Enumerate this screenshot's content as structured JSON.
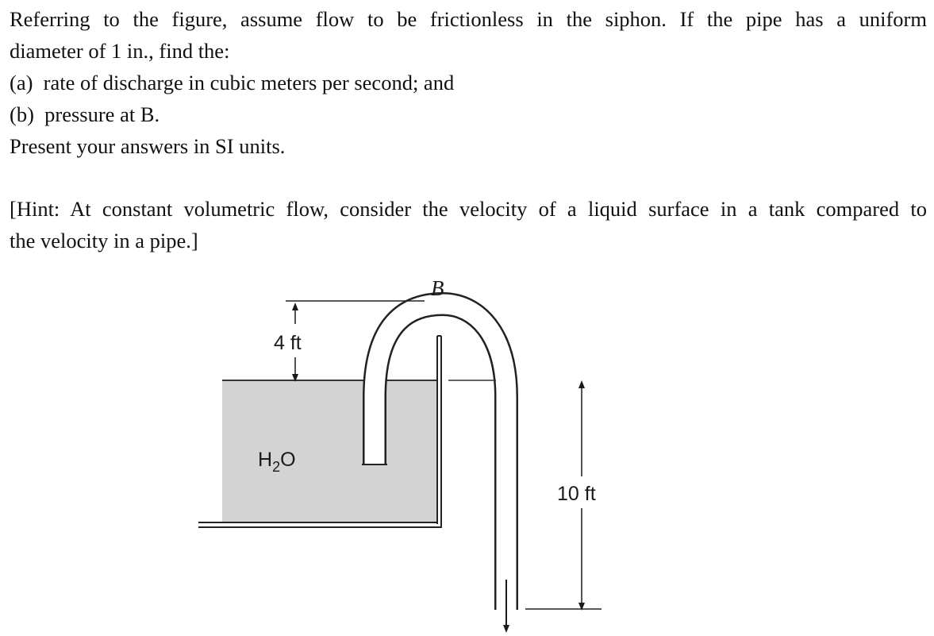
{
  "problem": {
    "line1": "Referring to the figure, assume flow to be frictionless in the siphon. If the pipe has a uniform",
    "line2": "diameter of 1 in., find the:",
    "part_a": "(a)  rate of discharge in cubic meters per second; and",
    "part_b": "(b)  pressure at B.",
    "line5": "Present your answers in SI units.",
    "hint1": "[Hint: At constant volumetric flow, consider the velocity of a liquid surface in a tank compared to",
    "hint2": "the velocity in a pipe.]"
  },
  "figure": {
    "label_b": "B",
    "dim_top": "4 ft",
    "fluid_main": "H",
    "fluid_sub": "2",
    "fluid_end": "O",
    "dim_right": "10 ft"
  }
}
